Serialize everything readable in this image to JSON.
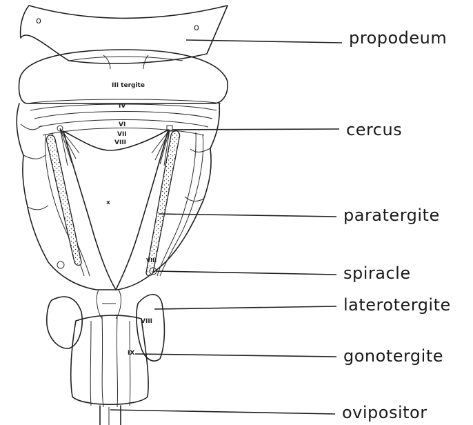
{
  "labels": {
    "propodeum": "propodeum",
    "cercus": "cercus",
    "paratergite": "paratergite",
    "spiracle": "spiracle",
    "laterotergite": "laterotergite",
    "gonotergite": "gonotergite",
    "ovipositor": "ovipositor"
  },
  "inner_labels": {
    "iii_tergite": "III tergite",
    "iv": "IV",
    "vi": "VI",
    "vii": "VII",
    "viii_top": "VIII",
    "x": "x",
    "viii_spiracle": "VIII",
    "viii_laterotergite": "VIII",
    "ix": "IX"
  },
  "propodeum_marks": [
    "o",
    "o"
  ]
}
